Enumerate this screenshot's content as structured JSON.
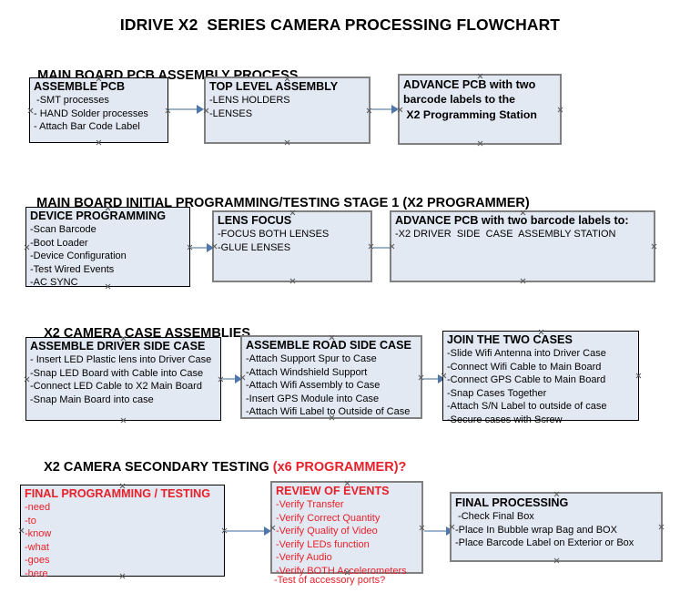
{
  "title": "IDRIVE X2  SERIES CAMERA PROCESSING FLOWCHART",
  "colors": {
    "box_fill": "#e3e9f3",
    "box_border_black": "#000000",
    "box_border_gray": "#808080",
    "accent_red": "#e8202a",
    "arrow_shaft": "#9db4cd",
    "arrow_head": "#4f77ab",
    "text": "#000000"
  },
  "sections": [
    {
      "id": "main-board-pcb-assembly",
      "heading": "MAIN BOARD PCB ASSEMBLY PROCESS",
      "heading_accent": "",
      "boxes": [
        {
          "id": "assemble-pcb",
          "title": "ASSEMBLE PCB",
          "lines": [
            " -SMT processes",
            "- HAND Solder processes",
            "- Attach Bar Code Label"
          ]
        },
        {
          "id": "top-level-assembly",
          "title": "TOP LEVEL ASSEMBLY",
          "lines": [
            "-LENS HOLDERS",
            "-LENSES"
          ]
        },
        {
          "id": "advance-pcb-programming-station",
          "title": "ADVANCE PCB with two",
          "lines": [
            "barcode labels to the",
            " X2 Programming Station"
          ]
        }
      ]
    },
    {
      "id": "initial-programming-testing",
      "heading": "MAIN BOARD INITIAL PROGRAMMING/TESTING STAGE 1 (X2 PROGRAMMER)",
      "heading_accent": "",
      "boxes": [
        {
          "id": "device-programming",
          "title": "DEVICE PROGRAMMING",
          "lines": [
            "-Scan Barcode",
            "-Boot Loader",
            "-Device Configuration",
            "-Test Wired Events",
            "-AC SYNC"
          ]
        },
        {
          "id": "lens-focus",
          "title": "LENS FOCUS",
          "lines": [
            "-FOCUS BOTH LENSES",
            "-GLUE LENSES"
          ]
        },
        {
          "id": "advance-pcb-driver-side-station",
          "title": "ADVANCE PCB with two barcode labels to:",
          "lines": [
            "-X2 DRIVER  SIDE  CASE  ASSEMBLY STATION"
          ]
        }
      ]
    },
    {
      "id": "camera-case-assemblies",
      "heading": "X2 CAMERA CASE ASSEMBLIES",
      "heading_accent": "",
      "boxes": [
        {
          "id": "assemble-driver-side-case",
          "title": "ASSEMBLE DRIVER SIDE CASE",
          "lines": [
            "- Insert LED Plastic lens into Driver Case",
            "-Snap LED Board with Cable into Case",
            "-Connect LED Cable to X2 Main Board",
            "-Snap Main Board into case"
          ]
        },
        {
          "id": "assemble-road-side-case",
          "title": "ASSEMBLE ROAD SIDE CASE",
          "lines": [
            "-Attach Support Spur to Case",
            "-Attach Windshield Support",
            "-Attach Wifi Assembly to Case",
            "-Insert GPS Module into Case",
            "-Attach Wifi Label to Outside of Case"
          ]
        },
        {
          "id": "join-the-two-cases",
          "title": "JOIN THE TWO CASES",
          "lines": [
            "-Slide Wifi Antenna into Driver Case",
            "-Connect Wifi Cable to Main Board",
            "-Connect GPS Cable to Main Board",
            "-Snap Cases Together",
            "-Attach S/N Label to outside of case",
            "-Secure cases with Screw"
          ]
        }
      ]
    },
    {
      "id": "secondary-testing",
      "heading": "X2 CAMERA SECONDARY TESTING ",
      "heading_accent": "(x6 PROGRAMMER)?",
      "boxes": [
        {
          "id": "final-programming-testing",
          "title": "FINAL PROGRAMMING / TESTING",
          "lines": [
            "-need",
            "-to",
            "-know",
            "-what",
            "-goes",
            "-here"
          ]
        },
        {
          "id": "review-of-events",
          "title": "REVIEW OF EVENTS",
          "lines": [
            "-Verify Transfer",
            "-Verify Correct Quantity",
            "-Verify Quality of Video",
            "-Verify LEDs function",
            "-Verify Audio",
            "-Verify BOTH Accelerometers"
          ],
          "overflow_line": "-Test of accessory ports?"
        },
        {
          "id": "final-processing",
          "title": "FINAL PROCESSING",
          "lines": [
            " -Check Final Box",
            "-Place In Bubble wrap Bag and BOX",
            "-Place Barcode Label on Exterior or Box"
          ]
        }
      ]
    }
  ]
}
